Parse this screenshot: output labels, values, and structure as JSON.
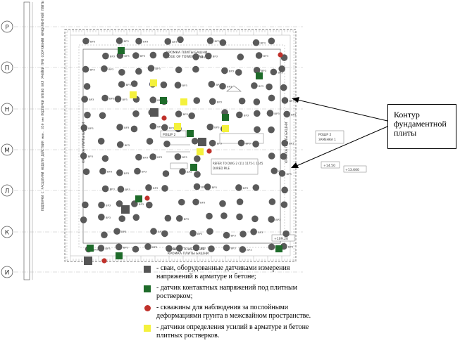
{
  "axis_labels": [
    "Р",
    "П",
    "Н",
    "М",
    "Л",
    "К",
    "И"
  ],
  "side_note_left": "ПОДПОРКИ С РАСЦЕПАМИ НЕДЕЛЯ ДЕЙСТВИЯ мин. 350 мм ПОДПОРКИ ВЛЕВО ВКЛ ЯЧЕЙКИ ПРИ СООРУЖЕНИИ ФУНДАМЕНТНОЙ ПЛИТЫ",
  "drawing_labels": {
    "edge_top_ru": "КРОМКА ПЛИТЫ БАШНИ",
    "edge_top_en": "EDGE OF TOWER SLAB",
    "edge_bottom_en": "EDGE OF TOWER SLAB",
    "edge_bottom_ru": "КРОМКА ПЛИТЫ БАШНИ",
    "edge_left_ru": "КРОМКА ПЛИТЫ БАШНИ",
    "edge_right_ru": "КРОМКА ПЛИТЫ БАШНИ",
    "pile_tag": "ВР3",
    "zone_label": "РОШР 2",
    "zone_label_2": "ЗАМЕНКА 1",
    "refer_note": "REFER TO DWG 2 (11) 1175-1 1145",
    "refer_note_2": "DURED PILE",
    "level_1": "+14.50",
    "level_2": "+13.600",
    "level_3": "+109.20"
  },
  "callout": {
    "text": "Контур фундаментной плиты"
  },
  "legend": [
    {
      "marker": "gray-square",
      "color": "#555555",
      "text": "- сваи, оборудованные датчиками измерения напряжений в арматуре и бетоне;"
    },
    {
      "marker": "green-square",
      "color": "#1e6b2a",
      "text": "- датчик контактных напряжений под плитным ростверком;"
    },
    {
      "marker": "red-circle",
      "color": "#c0312b",
      "text": "- скважины для наблюдения за послойными деформациями грунта в межсвайном пространстве."
    },
    {
      "marker": "yellow-square",
      "color": "#f4f13c",
      "text": "- датчики определения усилий в арматуре и бетоне плитных ростверков."
    }
  ],
  "colors": {
    "pile": "#5a5a5a",
    "instrumented_pile": "#555555",
    "contact_sensor": "#1e6b2a",
    "borehole": "#c0312b",
    "rebar_sensor": "#f4f13c"
  }
}
